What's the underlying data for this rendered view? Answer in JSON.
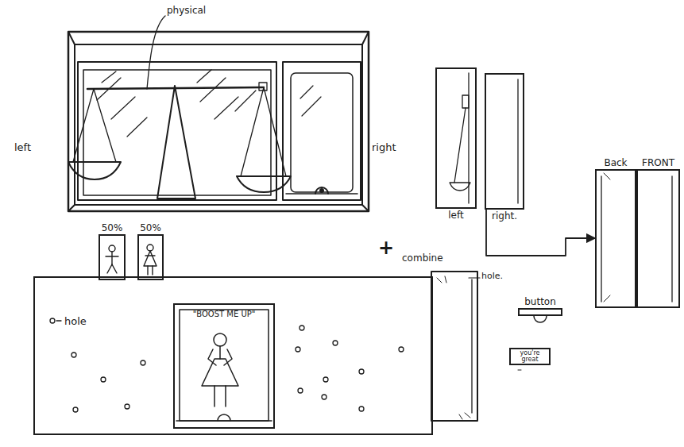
{
  "diagram": {
    "nodes": [
      {
        "text": [
          "left"
        ]
      },
      {
        "text": [
          "right."
        ]
      },
      {
        "text": [
          "Back"
        ]
      },
      {
        "text": [
          "FRONT"
        ]
      },
      {
        "text": [
          "50%"
        ]
      },
      {
        "text": [
          "50%"
        ]
      },
      {
        "text": [
          "hole"
        ]
      },
      {
        "text": [
          "\"BOOST ME UP\""
        ],
        "in": 6
      },
      {
        "text": [
          "button"
        ]
      },
      {
        "text": [
          "you're great"
        ]
      }
    ],
    "edges": [
      {
        "from": 1,
        "to": 2,
        "arrow": "to"
      }
    ],
    "labels": [
      "physical",
      "left",
      "right",
      "+",
      "combine",
      "hole."
    ]
  }
}
